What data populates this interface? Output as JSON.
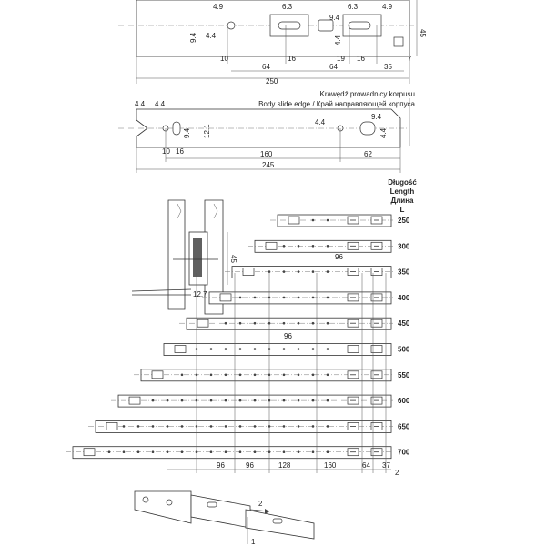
{
  "top_view": {
    "dims": {
      "d4_9a": "4.9",
      "d6_3a": "6.3",
      "d6_3b": "6.3",
      "d4_9b": "4.9",
      "d9_4a": "9.4",
      "d4_4a": "4.4",
      "d9_4b": "9.4",
      "d4_4b": "4.4",
      "d10": "10",
      "d16a": "16",
      "d19": "19",
      "d16b": "16",
      "d45": "45",
      "d7": "7",
      "d64a": "64",
      "d64b": "64",
      "d35": "35",
      "d250": "250"
    }
  },
  "mid_view": {
    "caption_pl": "Krawędź prowadnicy korpusu",
    "caption_en_ru": "Body slide edge / Край направляющей корпуса",
    "dims": {
      "d4_4a": "4.4",
      "d4_4b": "4.4",
      "d9_4a": "9.4",
      "d12_1": "12.1",
      "d4_4c": "4.4",
      "d9_4b": "9.4",
      "d4_4d": "4.4",
      "d10": "10",
      "d16": "16",
      "d160": "160",
      "d62": "62",
      "d245": "245"
    }
  },
  "section_view": {
    "d45": "45",
    "d12_7": "12.7"
  },
  "lengths_table": {
    "header": [
      "Długość",
      "Length",
      "Длина",
      "L"
    ],
    "lengths": [
      "250",
      "300",
      "350",
      "400",
      "450",
      "500",
      "550",
      "600",
      "650",
      "700"
    ],
    "inner_96a": "96",
    "inner_96b": "96",
    "bottom_dims": [
      "96",
      "96",
      "128",
      "160",
      "64",
      "37"
    ],
    "bottom_2": "2"
  },
  "iso_view": {
    "arrow_label": "2",
    "marker_label": "1"
  }
}
